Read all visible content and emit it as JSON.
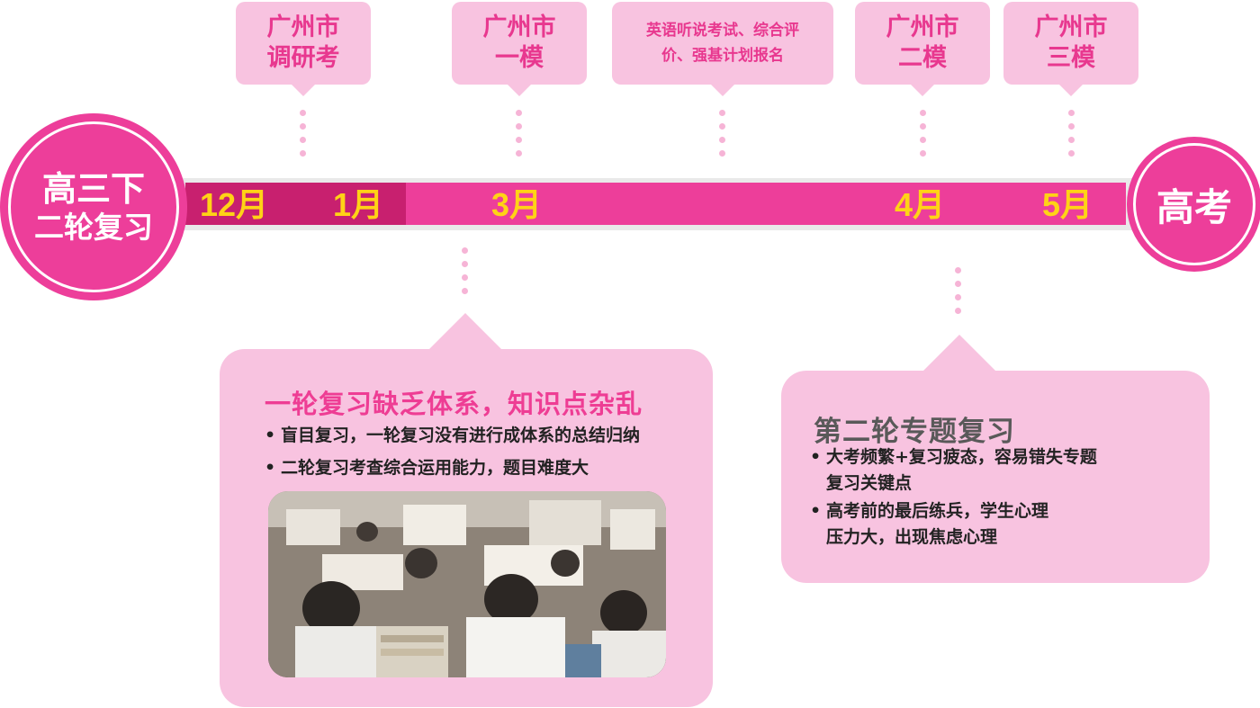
{
  "start": {
    "line1": "高三下",
    "line2": "二轮复习"
  },
  "end": {
    "label": "高考"
  },
  "months": [
    "12月",
    "1月",
    "3月",
    "4月",
    "5月"
  ],
  "events": [
    {
      "line1": "广州市",
      "line2": "调研考"
    },
    {
      "line1": "广州市",
      "line2": "一模"
    },
    {
      "line1": "英语听说考试、综合评",
      "line2": "价、强基计划报名"
    },
    {
      "line1": "广州市",
      "line2": "二模"
    },
    {
      "line1": "广州市",
      "line2": "三模"
    }
  ],
  "callout1": {
    "title": "一轮复习缺乏体系，知识点杂乱",
    "bullets": [
      "盲目复习，一轮复习没有进行成体系的总结归纳",
      "二轮复习考查综合运用能力，题目难度大"
    ]
  },
  "callout2": {
    "title": "第二轮专题复习",
    "bullets": [
      {
        "line1": "大考频繁+复习疲态，容易错失专题",
        "line2": "复习关键点"
      },
      {
        "line1": "高考前的最后练兵，学生心理",
        "line2": "压力大，出现焦虑心理"
      }
    ]
  },
  "colors": {
    "pink": "#ed3e9a",
    "dark_pink": "#c8206f",
    "light_pink": "#f8c3e0",
    "yellow": "#ffd316"
  }
}
